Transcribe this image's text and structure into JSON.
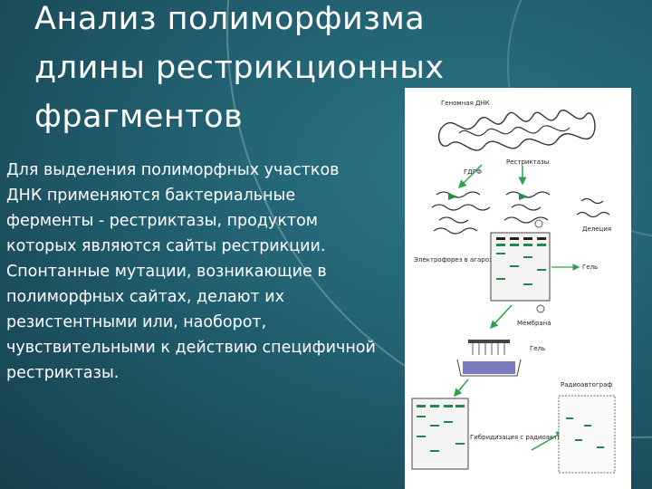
{
  "slide": {
    "title": "Анализ полиморфизма длины рестрикционных фрагментов",
    "body": "Для выделения полиморфных участков ДНК применяются бактериальные ферменты - рестриктазы, продуктом которых являются сайты рестрикции. Спонтанные мутации, возникающие в полиморфных сайтах, делают их резистентными или, наоборот, чувствительными к действию специфичной рестриктазы."
  },
  "figure": {
    "labels": {
      "genomic_dna": "Геномная ДНК",
      "restrictases": "Рестриктазы",
      "rflp": "ГДРФ",
      "deletion": "Делеция",
      "electrophoresis": "Электрофорез в агарозном геле",
      "gel": "Гель",
      "membrane": "Мембрана",
      "gel2": "Гель",
      "radioautograph": "Радиоавтограф",
      "hybridization": "Гибридизация с радиоактивным зондом"
    },
    "colors": {
      "bands": "#1f8a4a",
      "arrows": "#2aa24a",
      "membrane": "#7a7ac0"
    }
  }
}
